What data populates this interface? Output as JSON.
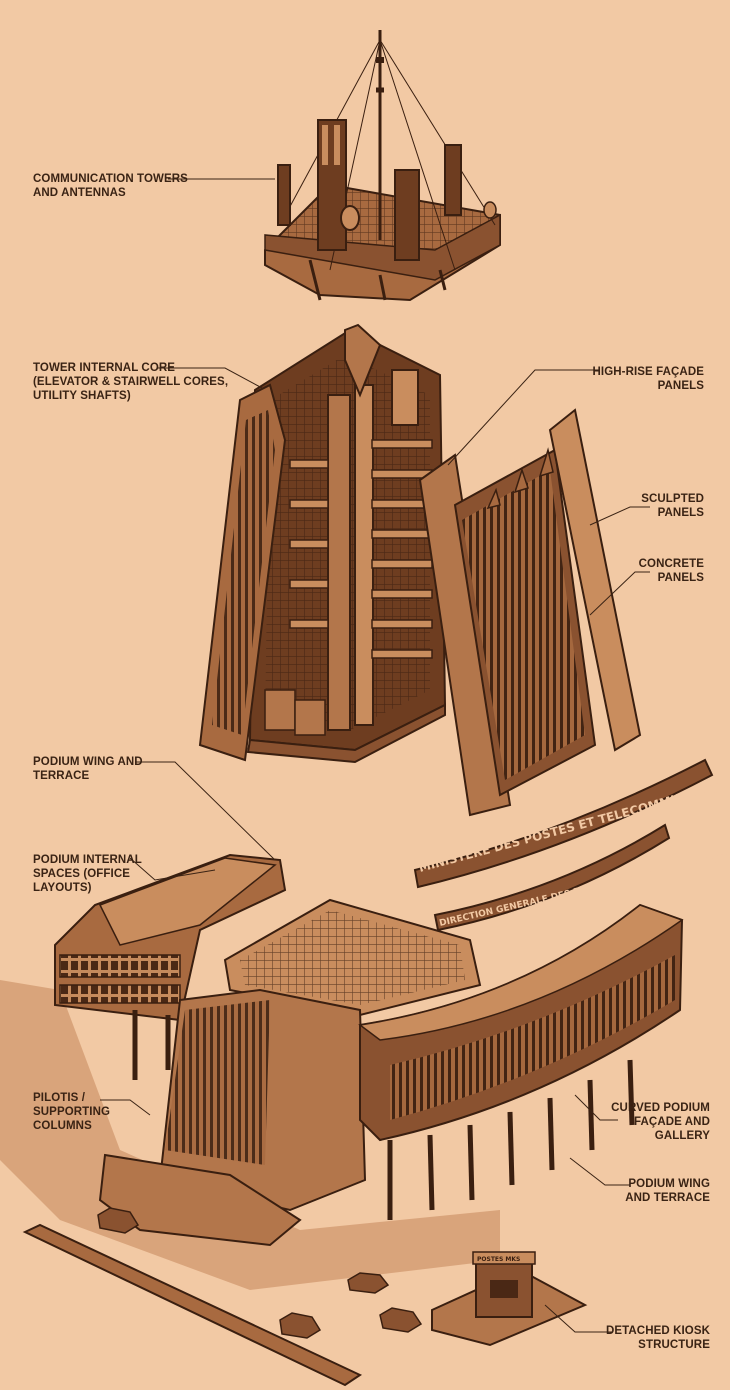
{
  "colors": {
    "background": "#f2c9a4",
    "structure_dark": "#3a1f10",
    "structure_mid": "#8a5230",
    "structure_light": "#c98d5e",
    "panel_face": "#b3764b",
    "shadow": "#c48559",
    "leader_line": "#3a2314"
  },
  "labels": {
    "communication_towers": "COMMUNICATION TOWERS\nAND ANTENNAS",
    "tower_core": "TOWER INTERNAL CORE\n(ELEVATOR & STAIRWELL CORES,\nUTILITY SHAFTS)",
    "highrise_facade": "HIGH-RISE FAÇADE\nPANELS",
    "sculpted_panels": "SCULPTED\nPANELS",
    "concrete_panels": "CONCRETE\nPANELS",
    "podium_wing_top": "PODIUM WING AND\nTERRACE",
    "podium_internal": "PODIUM INTERNAL\nSPACES (OFFICE\nLAYOUTS)",
    "pilotis": "PILOTIS /\nSUPPORTING\nCOLUMNS",
    "curved_podium": "CURVED PODIUM\nFAÇADE AND\nGALLERY",
    "podium_wing_bottom": "PODIUM WING\nAND TERRACE",
    "kiosk": "DETACHED KIOSK\nSTRUCTURE"
  },
  "signage": {
    "ministry": "MINISTERE DES POSTES ET TELECOMMUNICATIONS",
    "direction": "DIRECTION GENERALE DES POSTES ET TELECOMMUNICATIONS",
    "kiosk_sign": "POSTES MKS"
  }
}
